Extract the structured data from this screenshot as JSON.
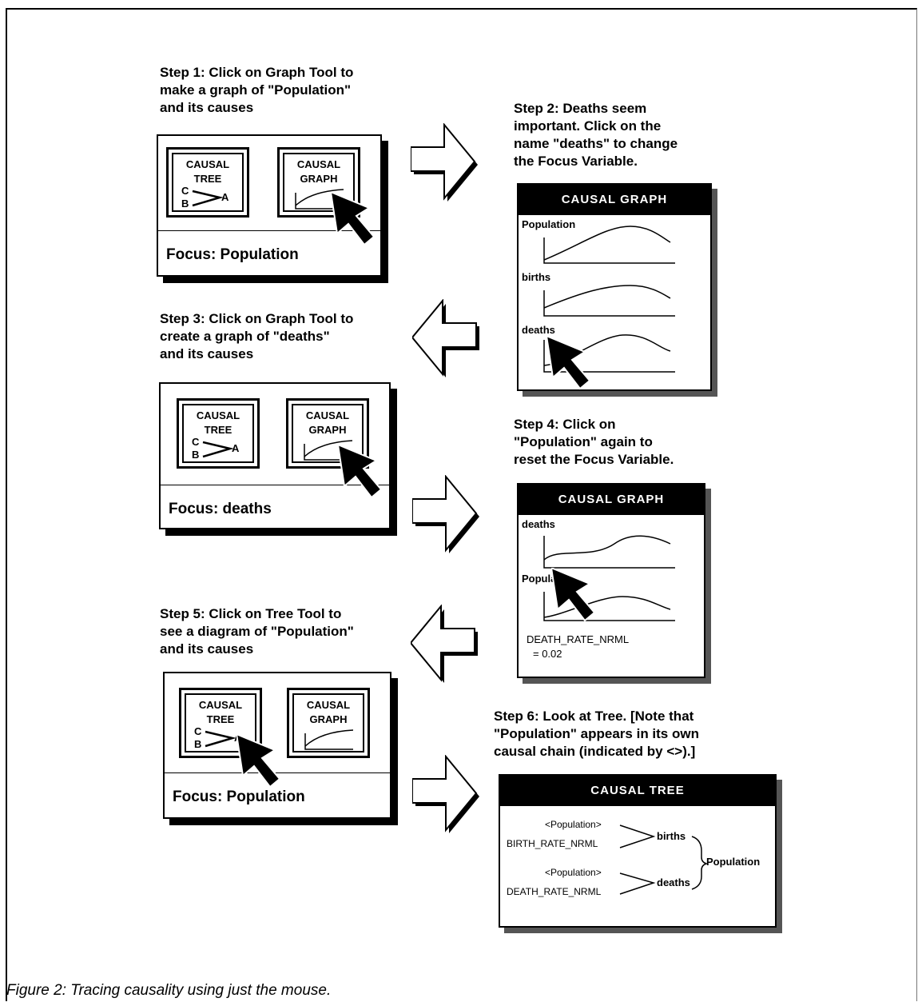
{
  "steps": {
    "s1": "Step 1: Click on Graph Tool to\nmake a graph of \"Population\"\nand its causes",
    "s2": "Step 2: Deaths seem\nimportant. Click on the\nname \"deaths\" to change\nthe Focus Variable.",
    "s3": "Step 3: Click on Graph Tool to\ncreate a graph of \"deaths\"\nand its causes",
    "s4": "Step 4: Click on\n\"Population\" again to\nreset the Focus Variable.",
    "s5": "Step 5: Click on Tree Tool to\nsee a diagram of \"Population\"\nand its causes",
    "s6": "Step 6: Look at Tree. [Note that\n\"Population\" appears in its own\ncausal chain (indicated by <>).]"
  },
  "tools": {
    "tree_label": "CAUSAL\nTREE",
    "graph_label": "CAUSAL\nGRAPH",
    "c": "C",
    "b": "B",
    "a": "A"
  },
  "panels": {
    "p1_focus": "Focus:  Population",
    "p2_focus": "Focus:  deaths",
    "p3_focus": "Focus:  Population"
  },
  "graph1": {
    "title": "CAUSAL GRAPH",
    "labels": [
      "Population",
      "births",
      "deaths"
    ]
  },
  "graph2": {
    "title": "CAUSAL GRAPH",
    "labels": [
      "deaths",
      "Population"
    ],
    "param_name": "DEATH_RATE_NRML",
    "param_value": "= 0.02"
  },
  "tree": {
    "title": "CAUSAL TREE",
    "pop1": "<Population>",
    "birth_rate": "BIRTH_RATE_NRML",
    "births": "births",
    "pop2": "<Population>",
    "death_rate": "DEATH_RATE_NRML",
    "deaths": "deaths",
    "root": "Population"
  },
  "caption": "Figure 2:  Tracing causality using just the mouse."
}
